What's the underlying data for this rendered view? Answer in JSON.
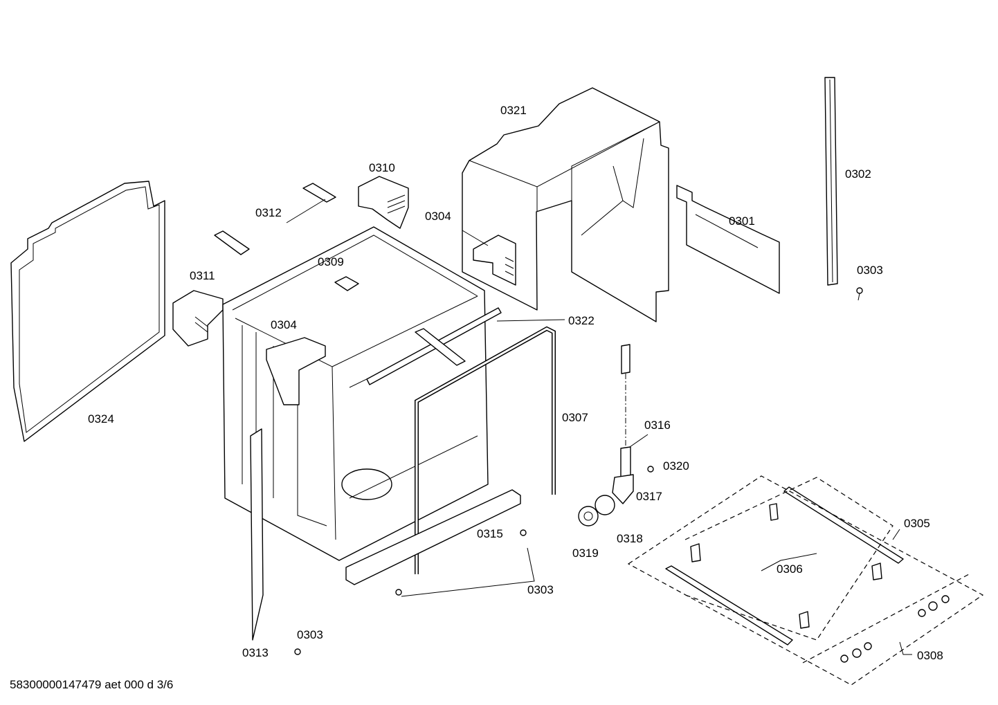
{
  "labels": {
    "p0321": "0321",
    "p0302": "0302",
    "p0310": "0310",
    "p0312": "0312",
    "p0304_top": "0304",
    "p0301": "0301",
    "p0303_right": "0303",
    "p0309": "0309",
    "p0311": "0311",
    "p0304_mid": "0304",
    "p0322": "0322",
    "p0324": "0324",
    "p0307": "0307",
    "p0316": "0316",
    "p0320": "0320",
    "p0317": "0317",
    "p0305": "0305",
    "p0315": "0315",
    "p0318": "0318",
    "p0319": "0319",
    "p0306": "0306",
    "p0303_mid": "0303",
    "p0303_bottom": "0303",
    "p0313": "0313",
    "p0308": "0308"
  },
  "footer": "58300000147479 aet 000 d 3/6"
}
